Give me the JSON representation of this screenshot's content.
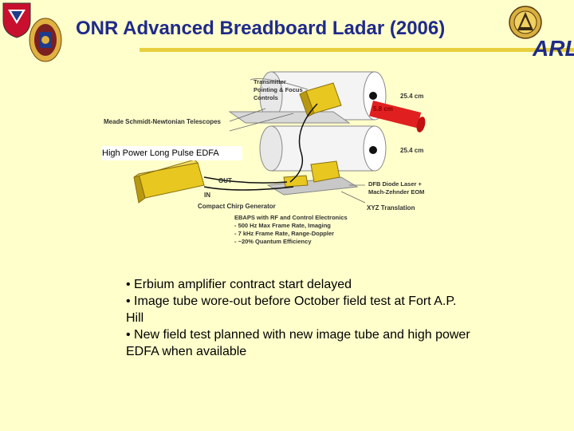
{
  "slide": {
    "title": "ONR Advanced Breadboard Ladar (2006)",
    "logos": {
      "right_logo_text": "ARL"
    }
  },
  "diagram": {
    "labels": {
      "transmitter": [
        "Transmitter",
        "Pointing & Focus",
        "Controls"
      ],
      "telescopes": "Meade Schmidt-Newtonian Telescopes",
      "dim_top": "25.4 cm",
      "dim_laser": "5.8 cm",
      "dim_bottom": "25.4 cm",
      "edfa": "High Power Long Pulse EDFA",
      "out": "OUT",
      "in": "IN",
      "chirp": "Compact Chirp Generator",
      "dfb": [
        "DFB Diode Laser +",
        "Mach-Zehnder EOM"
      ],
      "xyz": "XYZ Translation",
      "ebaps": [
        "EBAPS with RF and Control Electronics",
        "- 500 Hz Max Frame Rate, Imaging",
        "- 7 kHz Frame Rate, Range-Doppler",
        "- ~20% Quantum Efficiency"
      ]
    }
  },
  "bullets": [
    "• Erbium amplifier contract start delayed",
    "• Image tube wore-out before October field test at Fort A.P. Hill",
    "• New field test planned with new image tube and high power EDFA when available"
  ]
}
